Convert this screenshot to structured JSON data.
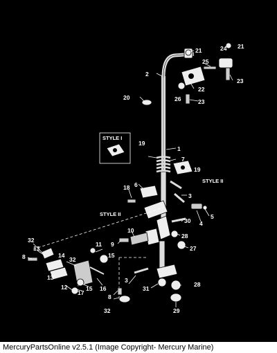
{
  "caption": "MercuryPartsOnline v2.5.1 (Image Copyright- Mercury Marine)",
  "style_labels": [
    "STYLE I",
    "STYLE II",
    "STYLE II"
  ],
  "callouts": [
    "21",
    "24",
    "21",
    "25",
    "2",
    "22",
    "23",
    "26",
    "23",
    "20",
    "19",
    "1",
    "7",
    "19",
    "18",
    "6",
    "3",
    "5",
    "4",
    "30",
    "28",
    "10",
    "9",
    "27",
    "32",
    "13",
    "11",
    "15",
    "14",
    "32",
    "8",
    "13",
    "12",
    "17",
    "15",
    "16",
    "3",
    "31",
    "28",
    "8",
    "32",
    "29"
  ]
}
